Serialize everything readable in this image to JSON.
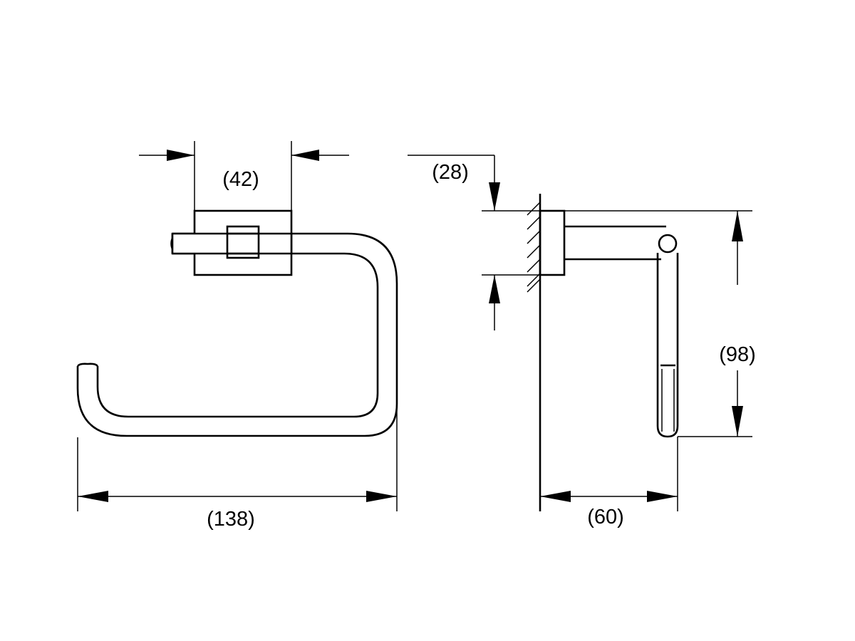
{
  "dimensions": {
    "front_width_mount": "(42)",
    "front_total_width": "(138)",
    "side_mount_depth": "(28)",
    "side_height": "(98)",
    "side_projection": "(60)"
  }
}
